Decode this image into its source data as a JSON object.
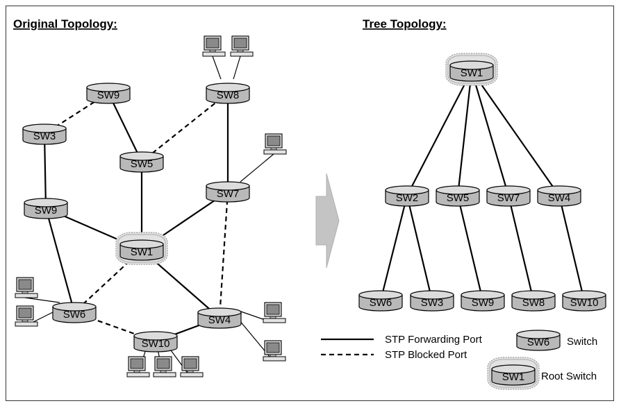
{
  "titles": {
    "original": "Original Topology:",
    "tree": "Tree Topology:"
  },
  "colors": {
    "switch_fill": "#b9b9b9",
    "switch_top": "#dcdcdc",
    "root_halo": "#e2e2e2",
    "line": "#000000",
    "arrow": "#c4c4c4",
    "pc_screen": "#8a8a8a"
  },
  "original": {
    "switches": [
      {
        "id": "sw9a",
        "label": "SW9"
      },
      {
        "id": "sw8",
        "label": "SW8"
      },
      {
        "id": "sw3",
        "label": "SW3"
      },
      {
        "id": "sw5",
        "label": "SW5"
      },
      {
        "id": "sw7",
        "label": "SW7"
      },
      {
        "id": "sw9b",
        "label": "SW9"
      },
      {
        "id": "sw1",
        "label": "SW1",
        "root": true
      },
      {
        "id": "sw6",
        "label": "SW6"
      },
      {
        "id": "sw4",
        "label": "SW4"
      },
      {
        "id": "sw10",
        "label": "SW10"
      }
    ],
    "links": [
      {
        "from": "sw9a",
        "to": "sw3",
        "state": "blocked"
      },
      {
        "from": "sw9a",
        "to": "sw5",
        "state": "forwarding"
      },
      {
        "from": "sw8",
        "to": "sw5",
        "state": "blocked"
      },
      {
        "from": "sw8",
        "to": "sw7",
        "state": "forwarding"
      },
      {
        "from": "sw3",
        "to": "sw9b",
        "state": "forwarding"
      },
      {
        "from": "sw5",
        "to": "sw1",
        "state": "forwarding"
      },
      {
        "from": "sw7",
        "to": "sw1",
        "state": "forwarding"
      },
      {
        "from": "sw7",
        "to": "sw4",
        "state": "blocked"
      },
      {
        "from": "sw9b",
        "to": "sw1",
        "state": "forwarding"
      },
      {
        "from": "sw9b",
        "to": "sw6",
        "state": "forwarding"
      },
      {
        "from": "sw1",
        "to": "sw6",
        "state": "blocked"
      },
      {
        "from": "sw1",
        "to": "sw4",
        "state": "forwarding"
      },
      {
        "from": "sw6",
        "to": "sw10",
        "state": "blocked"
      },
      {
        "from": "sw4",
        "to": "sw10",
        "state": "forwarding"
      }
    ]
  },
  "tree": {
    "switches": [
      {
        "id": "t_sw1",
        "label": "SW1",
        "root": true
      },
      {
        "id": "t_sw2",
        "label": "SW2"
      },
      {
        "id": "t_sw5",
        "label": "SW5"
      },
      {
        "id": "t_sw7",
        "label": "SW7"
      },
      {
        "id": "t_sw4",
        "label": "SW4"
      },
      {
        "id": "t_sw6",
        "label": "SW6"
      },
      {
        "id": "t_sw3",
        "label": "SW3"
      },
      {
        "id": "t_sw9",
        "label": "SW9"
      },
      {
        "id": "t_sw8",
        "label": "SW8"
      },
      {
        "id": "t_sw10",
        "label": "SW10"
      }
    ],
    "links": [
      {
        "from": "t_sw1",
        "to": "t_sw2"
      },
      {
        "from": "t_sw1",
        "to": "t_sw5"
      },
      {
        "from": "t_sw1",
        "to": "t_sw7"
      },
      {
        "from": "t_sw1",
        "to": "t_sw4"
      },
      {
        "from": "t_sw2",
        "to": "t_sw6"
      },
      {
        "from": "t_sw2",
        "to": "t_sw3"
      },
      {
        "from": "t_sw5",
        "to": "t_sw9"
      },
      {
        "from": "t_sw7",
        "to": "t_sw8"
      },
      {
        "from": "t_sw4",
        "to": "t_sw10"
      }
    ]
  },
  "legend": {
    "forwarding": "STP Forwarding Port",
    "blocked": "STP Blocked Port",
    "switch_label": "Switch",
    "switch_example": "SW6",
    "root_label": "Root Switch",
    "root_example": "SW1"
  },
  "icons": [
    "switch-icon",
    "root-switch-icon",
    "computer-icon",
    "arrow-right-icon"
  ]
}
